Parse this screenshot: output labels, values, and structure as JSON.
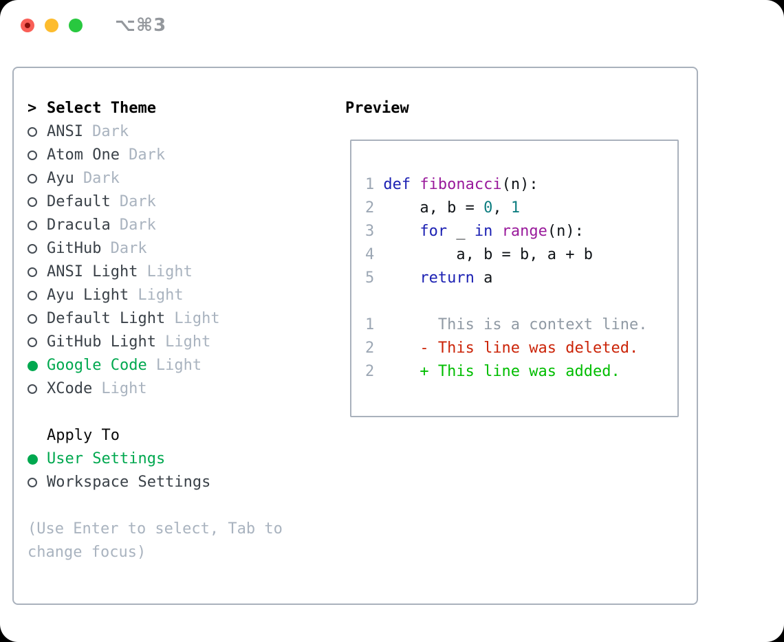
{
  "titlebar": {
    "shortcut_label": "⌥⌘3"
  },
  "traffic_lights": {
    "close": "#f95f57",
    "close_dot": "#8a100b",
    "minimize": "#fdbc2e",
    "zoom": "#28c83f"
  },
  "theme_list": {
    "cursor": ">",
    "header": "Select Theme",
    "items": [
      {
        "name": "ANSI",
        "variant": "Dark",
        "selected": false
      },
      {
        "name": "Atom One",
        "variant": "Dark",
        "selected": false
      },
      {
        "name": "Ayu",
        "variant": "Dark",
        "selected": false
      },
      {
        "name": "Default",
        "variant": "Dark",
        "selected": false
      },
      {
        "name": "Dracula",
        "variant": "Dark",
        "selected": false
      },
      {
        "name": "GitHub",
        "variant": "Dark",
        "selected": false
      },
      {
        "name": "ANSI Light",
        "variant": "Light",
        "selected": false
      },
      {
        "name": "Ayu Light",
        "variant": "Light",
        "selected": false
      },
      {
        "name": "Default Light",
        "variant": "Light",
        "selected": false
      },
      {
        "name": "GitHub Light",
        "variant": "Light",
        "selected": false
      },
      {
        "name": "Google Code",
        "variant": "Light",
        "selected": true
      },
      {
        "name": "XCode",
        "variant": "Light",
        "selected": false
      }
    ]
  },
  "apply_to": {
    "header": "Apply To",
    "options": [
      {
        "name": "User Settings",
        "selected": true
      },
      {
        "name": "Workspace Settings",
        "selected": false
      }
    ]
  },
  "help_text": "(Use Enter to select, Tab to change focus)",
  "preview": {
    "title": "Preview",
    "lines": [
      {
        "num": "1",
        "tokens": [
          [
            "def",
            "kw"
          ],
          [
            " ",
            "pl"
          ],
          [
            "fibonacci",
            "fn"
          ],
          [
            "(n):",
            "pl"
          ]
        ]
      },
      {
        "num": "2",
        "tokens": [
          [
            "    a, b = ",
            "pl"
          ],
          [
            "0",
            "num"
          ],
          [
            ", ",
            "pl"
          ],
          [
            "1",
            "num"
          ]
        ]
      },
      {
        "num": "3",
        "tokens": [
          [
            "    ",
            "pl"
          ],
          [
            "for",
            "kw"
          ],
          [
            " _ ",
            "pl"
          ],
          [
            "in",
            "kw"
          ],
          [
            " ",
            "pl"
          ],
          [
            "range",
            "fn"
          ],
          [
            "(n):",
            "pl"
          ]
        ]
      },
      {
        "num": "4",
        "tokens": [
          [
            "        a, b = b, a + b",
            "pl"
          ]
        ]
      },
      {
        "num": "5",
        "tokens": [
          [
            "    ",
            "pl"
          ],
          [
            "return",
            "kw"
          ],
          [
            " a",
            "pl"
          ]
        ]
      },
      {
        "num": "",
        "tokens": []
      },
      {
        "num": "1",
        "tokens": [
          [
            "      This is a context line.",
            "ctx"
          ]
        ]
      },
      {
        "num": "2",
        "tokens": [
          [
            "    - This line was deleted.",
            "del"
          ]
        ]
      },
      {
        "num": "2",
        "tokens": [
          [
            "    + This line was added.",
            "add"
          ]
        ]
      }
    ]
  },
  "colors": {
    "selection-green": "#00a84f",
    "keyword-blue": "#1c21b3",
    "function-purple": "#991a9b",
    "number-teal": "#0d7d80",
    "diff-context-gray": "#909aa4",
    "diff-deleted-red": "#cb2408",
    "diff-added-green": "#00bd00",
    "item-text": "#3a4148",
    "muted-gray": "#a9b3bf",
    "border-gray": "#a9b1bc",
    "lineno-gray": "#9ca7b4"
  }
}
